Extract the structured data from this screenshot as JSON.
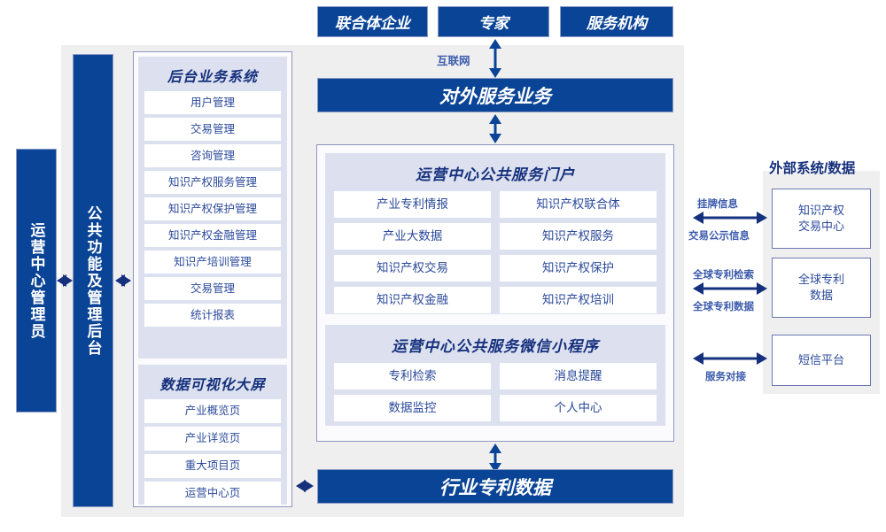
{
  "colors": {
    "brand_blue": "#0a4496",
    "panel_grey": "#efefef",
    "group_lavender": "#dde1ef",
    "cell_text": "#2b4a9b",
    "border_purple": "#8f95bf"
  },
  "top_actors": [
    {
      "label": "联合体企业"
    },
    {
      "label": "专家"
    },
    {
      "label": "服务机构"
    }
  ],
  "connectors": {
    "internet": "互联网",
    "ip_exchange_up": "挂牌信息",
    "ip_exchange_down": "交易公示信息",
    "patent_up": "全球专利检索",
    "patent_down": "全球专利数据",
    "sms": "服务对接"
  },
  "external_service_bar": {
    "label": "对外服务业务"
  },
  "industry_data_bar": {
    "label": "行业专利数据"
  },
  "left_roles": [
    {
      "label": "运营中心管理员"
    },
    {
      "label": "公共功能及管理后台"
    }
  ],
  "backend": {
    "title": "后台业务系统",
    "items": [
      {
        "label": "用户管理"
      },
      {
        "label": "交易管理"
      },
      {
        "label": "咨询管理"
      },
      {
        "label": "知识产权服务管理"
      },
      {
        "label": "知识产权保护管理"
      },
      {
        "label": "知识产权金融管理"
      },
      {
        "label": "知识产培训管理"
      },
      {
        "label": "交易管理"
      },
      {
        "label": "统计报表"
      }
    ]
  },
  "dashboard": {
    "title": "数据可视化大屏",
    "items": [
      {
        "label": "产业概览页"
      },
      {
        "label": "产业详览页"
      },
      {
        "label": "重大项目页"
      },
      {
        "label": "运营中心页"
      }
    ]
  },
  "portal": {
    "title": "运营中心公共服务门户",
    "items": [
      {
        "label": "产业专利情报"
      },
      {
        "label": "知识产权联合体"
      },
      {
        "label": "产业大数据"
      },
      {
        "label": "知识产权服务"
      },
      {
        "label": "知识产权交易"
      },
      {
        "label": "知识产权保护"
      },
      {
        "label": "知识产权金融"
      },
      {
        "label": "知识产权培训"
      }
    ]
  },
  "miniprogram": {
    "title": "运营中心公共服务微信小程序",
    "items": [
      {
        "label": "专利检索"
      },
      {
        "label": "消息提醒"
      },
      {
        "label": "数据监控"
      },
      {
        "label": "个人中心"
      }
    ]
  },
  "external": {
    "title": "外部系统/数据",
    "items": [
      {
        "label": "知识产权\n交易中心"
      },
      {
        "label": "全球专利\n数据"
      },
      {
        "label": "短信平台"
      }
    ]
  }
}
